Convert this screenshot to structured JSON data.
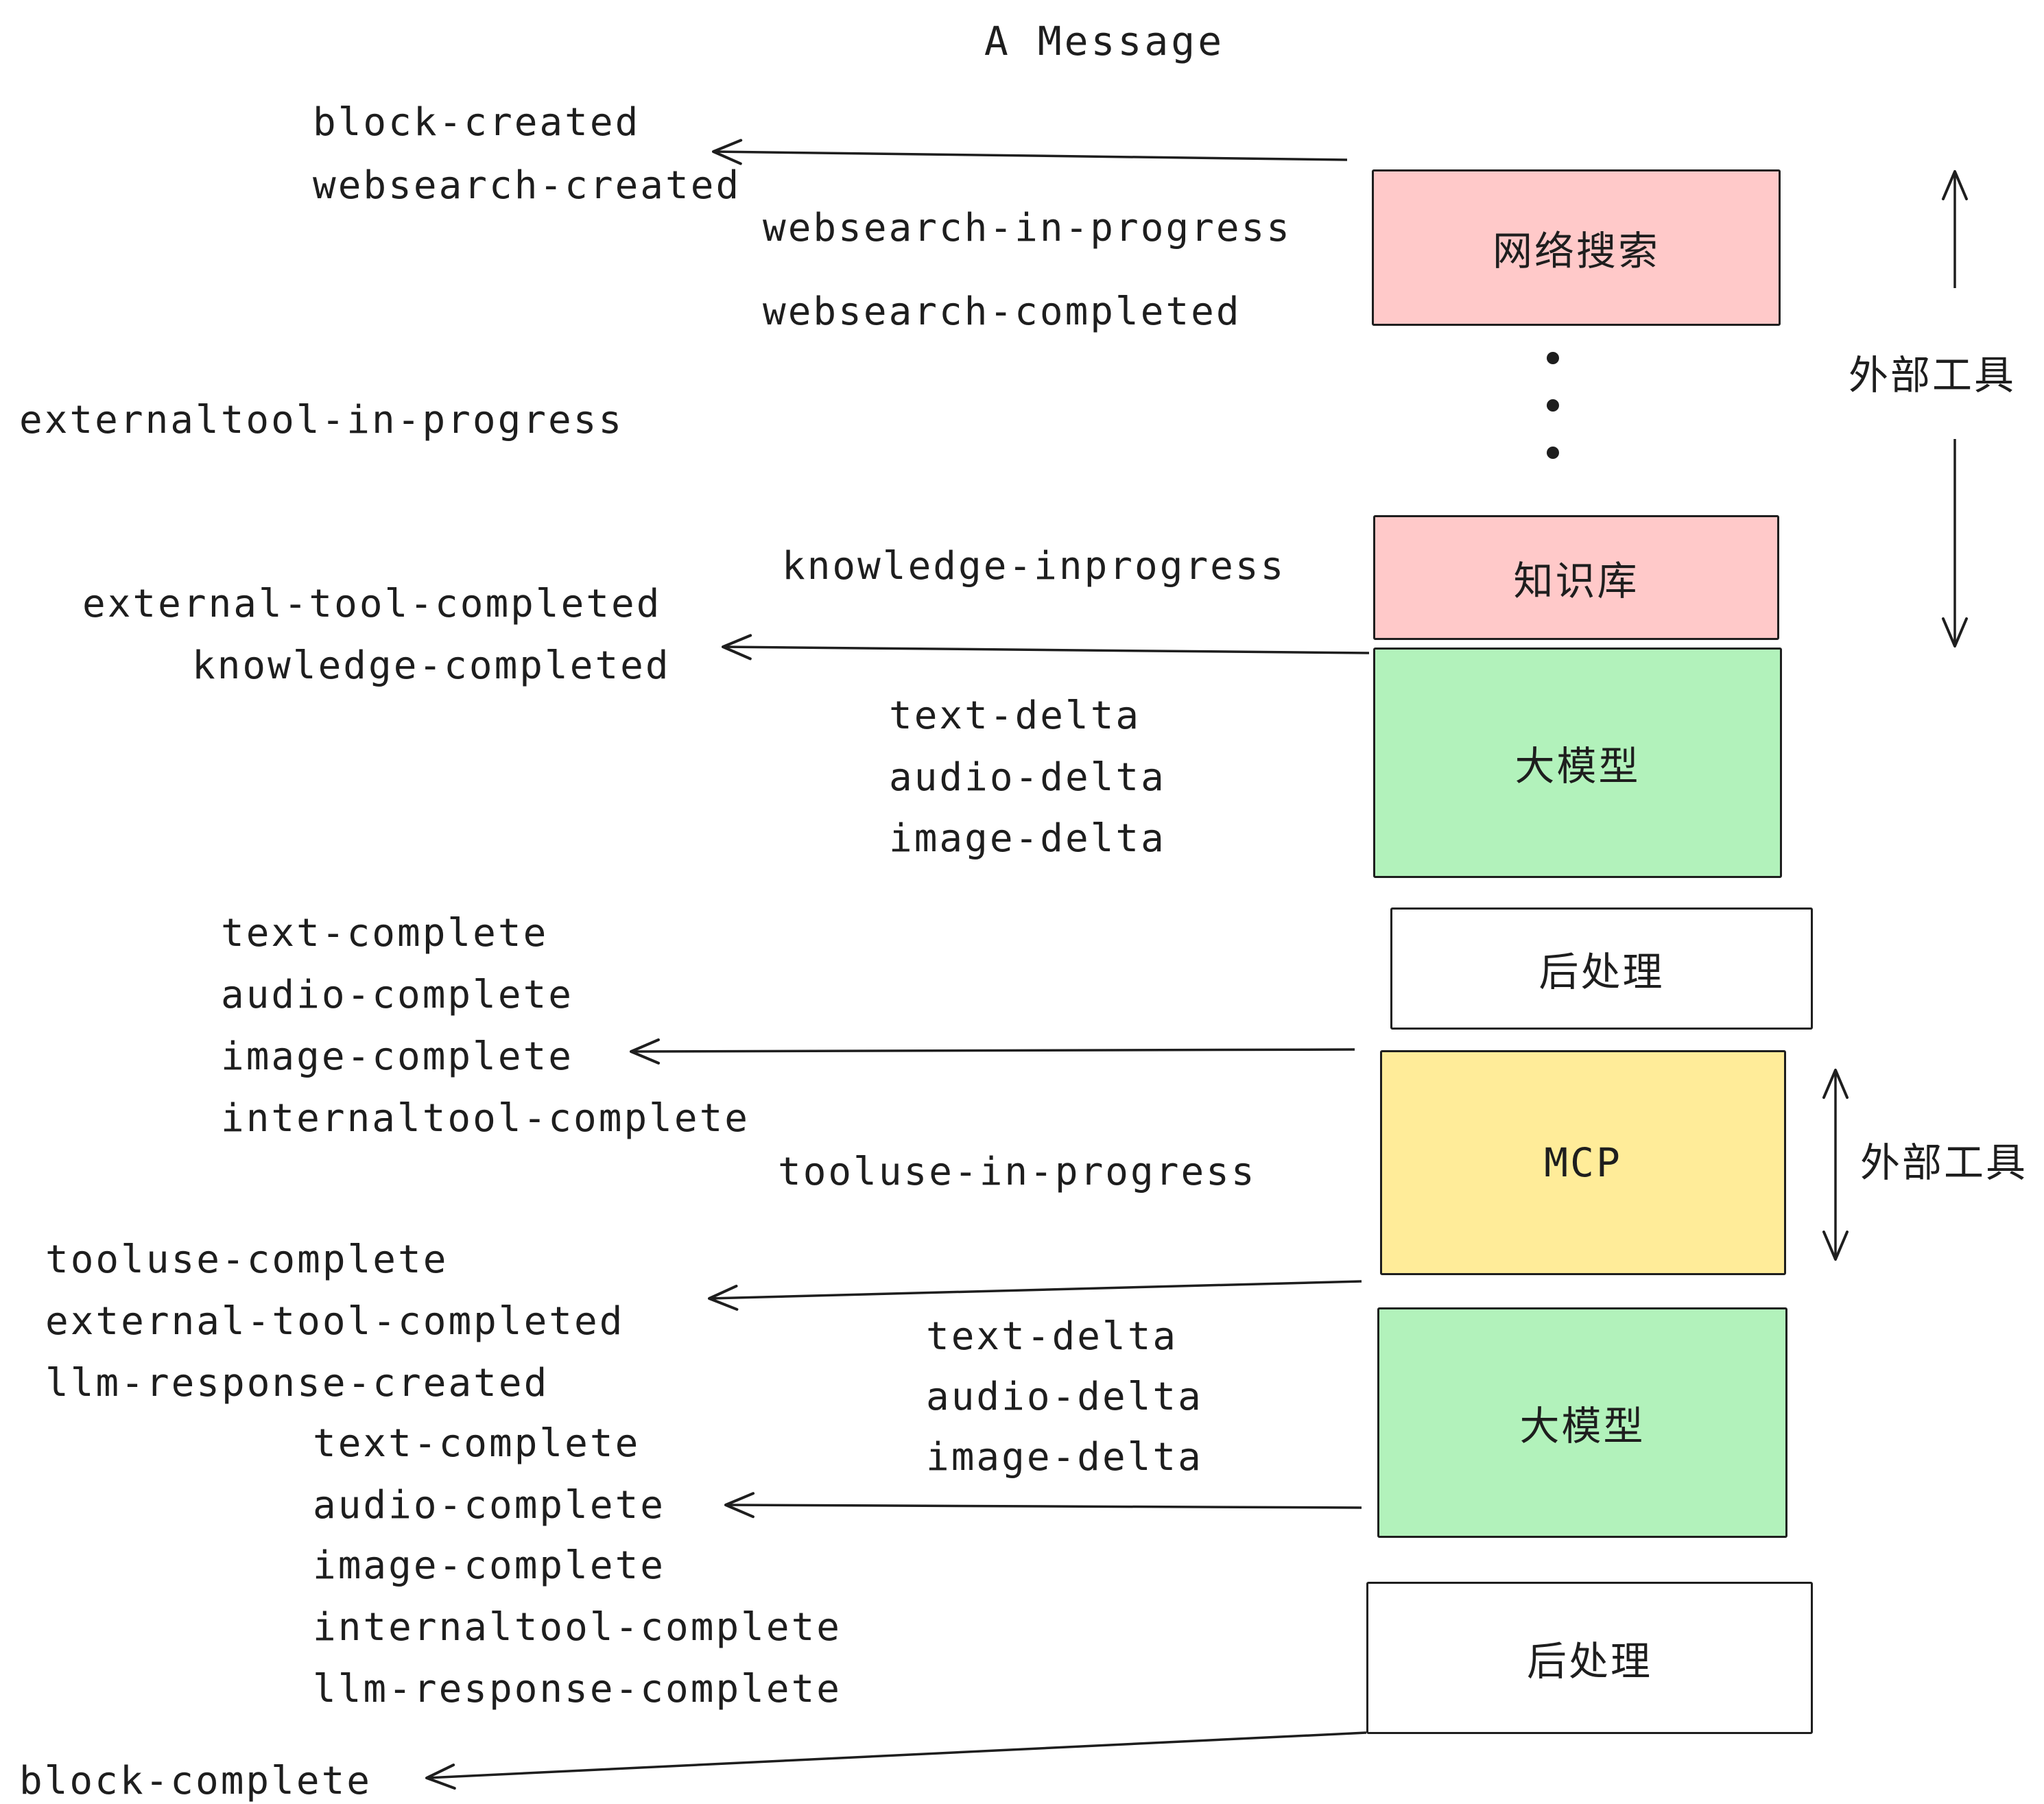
{
  "title": "A Message",
  "events": {
    "block_created": "block-created",
    "websearch_created": "websearch-created",
    "websearch_in_progress": "websearch-in-progress",
    "websearch_completed": "websearch-completed",
    "externaltool_in_progress": "externaltool-in-progress",
    "knowledge_inprogress": "knowledge-inprogress",
    "external_tool_completed": "external-tool-completed",
    "knowledge_completed": "knowledge-completed",
    "text_delta": "text-delta",
    "audio_delta": "audio-delta",
    "image_delta": "image-delta",
    "text_complete": "text-complete",
    "audio_complete": "audio-complete",
    "image_complete": "image-complete",
    "internaltool_complete": "internaltool-complete",
    "tooluse_in_progress": "tooluse-in-progress",
    "tooluse_complete": "tooluse-complete",
    "llm_response_created": "llm-response-created",
    "llm_response_complete": "llm-response-complete",
    "block_complete": "block-complete"
  },
  "boxes": {
    "websearch": "网络搜索",
    "knowledge": "知识库",
    "llm": "大模型",
    "postprocess": "后处理",
    "mcp": "MCP"
  },
  "side": {
    "external_tools": "外部工具"
  },
  "colors": {
    "pink": "#ffc9c9",
    "green": "#b2f2bb",
    "yellow": "#ffec99",
    "ink": "#1e1e1e"
  }
}
